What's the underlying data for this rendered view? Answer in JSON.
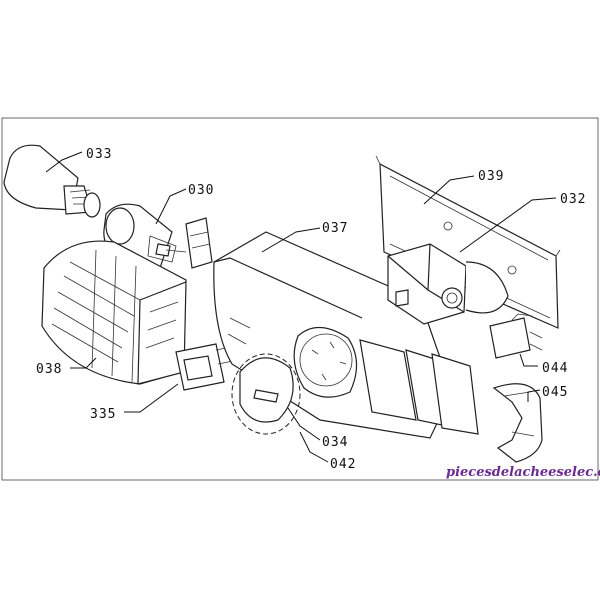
{
  "diagram": {
    "labels": {
      "p033": "033",
      "p030": "030",
      "p037": "037",
      "p039": "039",
      "p032": "032",
      "p038": "038",
      "p044": "044",
      "p045": "045",
      "p335": "335",
      "p034": "034",
      "p042": "042"
    }
  },
  "watermark": "piecesdelacheeselec.com"
}
